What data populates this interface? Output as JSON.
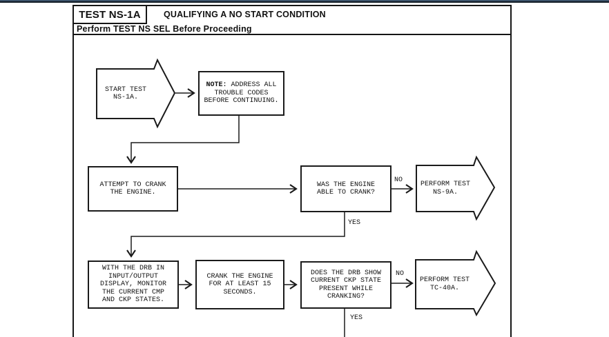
{
  "header": {
    "test_id": "TEST NS-1A",
    "title": "QUALIFYING A NO START CONDITION",
    "subtitle": "Perform TEST NS SEL Before Proceeding"
  },
  "flowchart": {
    "start_arrow": {
      "text": "START TEST\nNS-1A."
    },
    "note_box": {
      "label": "NOTE:",
      "text": " ADDRESS ALL\nTROUBLE CODES\nBEFORE CONTINUING."
    },
    "attempt_box": {
      "text": "ATTEMPT TO CRANK\nTHE ENGINE."
    },
    "engine_crank_question": {
      "text": "WAS THE ENGINE\nABLE TO CRANK?"
    },
    "perform_ns9a_arrow": {
      "text": "PERFORM TEST\nNS-9A."
    },
    "drb_monitor_box": {
      "text": "WITH THE DRB IN\nINPUT/OUTPUT\nDISPLAY, MONITOR\nTHE CURRENT CMP\nAND CKP STATES."
    },
    "crank_15s_box": {
      "text": "CRANK THE ENGINE\nFOR AT LEAST 15\nSECONDS."
    },
    "ckp_question": {
      "text": "DOES THE DRB SHOW\nCURRENT CKP STATE\nPRESENT WHILE\nCRANKING?"
    },
    "perform_tc40a_arrow": {
      "text": "PERFORM TEST\nTC-40A."
    },
    "labels": {
      "crank_no": "NO",
      "crank_yes": "YES",
      "ckp_no": "NO",
      "ckp_yes": "YES"
    }
  },
  "colors": {
    "accent_bar": "#1c2936",
    "line": "#151515"
  }
}
